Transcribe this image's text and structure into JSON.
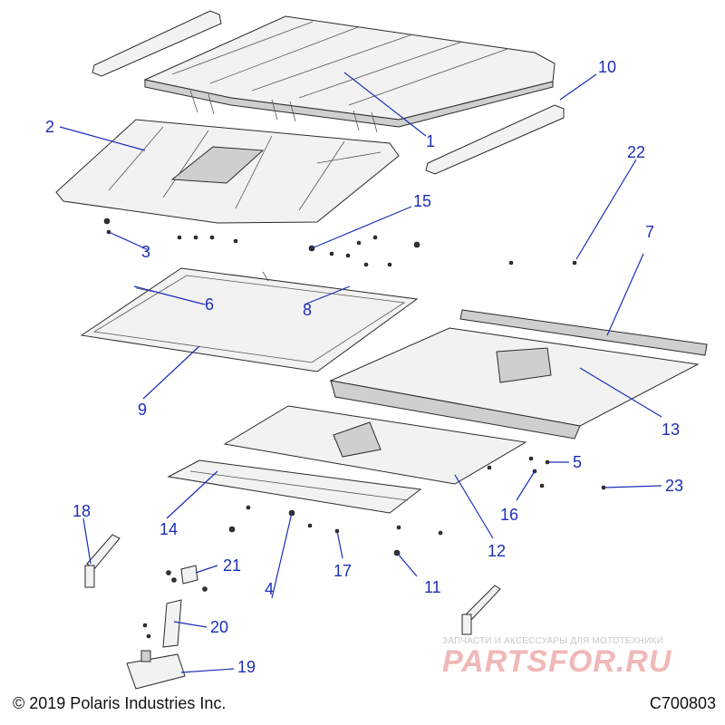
{
  "diagram": {
    "callouts": [
      {
        "id": "1",
        "label": "1"
      },
      {
        "id": "2",
        "label": "2"
      },
      {
        "id": "3",
        "label": "3"
      },
      {
        "id": "4",
        "label": "4"
      },
      {
        "id": "5",
        "label": "5"
      },
      {
        "id": "6",
        "label": "6"
      },
      {
        "id": "7",
        "label": "7"
      },
      {
        "id": "8",
        "label": "8"
      },
      {
        "id": "9",
        "label": "9"
      },
      {
        "id": "10",
        "label": "10"
      },
      {
        "id": "11",
        "label": "11"
      },
      {
        "id": "12",
        "label": "12"
      },
      {
        "id": "13",
        "label": "13"
      },
      {
        "id": "14",
        "label": "14"
      },
      {
        "id": "15",
        "label": "15"
      },
      {
        "id": "16",
        "label": "16"
      },
      {
        "id": "17",
        "label": "17"
      },
      {
        "id": "18",
        "label": "18"
      },
      {
        "id": "19",
        "label": "19"
      },
      {
        "id": "20",
        "label": "20"
      },
      {
        "id": "21",
        "label": "21"
      },
      {
        "id": "22",
        "label": "22"
      },
      {
        "id": "23",
        "label": "23"
      }
    ]
  },
  "footer": {
    "copyright": "© 2019 Polaris Industries Inc.",
    "drawing_id": "C700803"
  },
  "watermark": {
    "tagline": "ЗАПЧАСТИ И АКСЕССУАРЫ ДЛЯ МОТОТЕХНИКИ",
    "brand": "PARTSFOR.RU"
  },
  "colors": {
    "callout": "#1a2fb8",
    "line_art": "#2a2a2a",
    "watermark_brand": "#f0b8b8"
  }
}
